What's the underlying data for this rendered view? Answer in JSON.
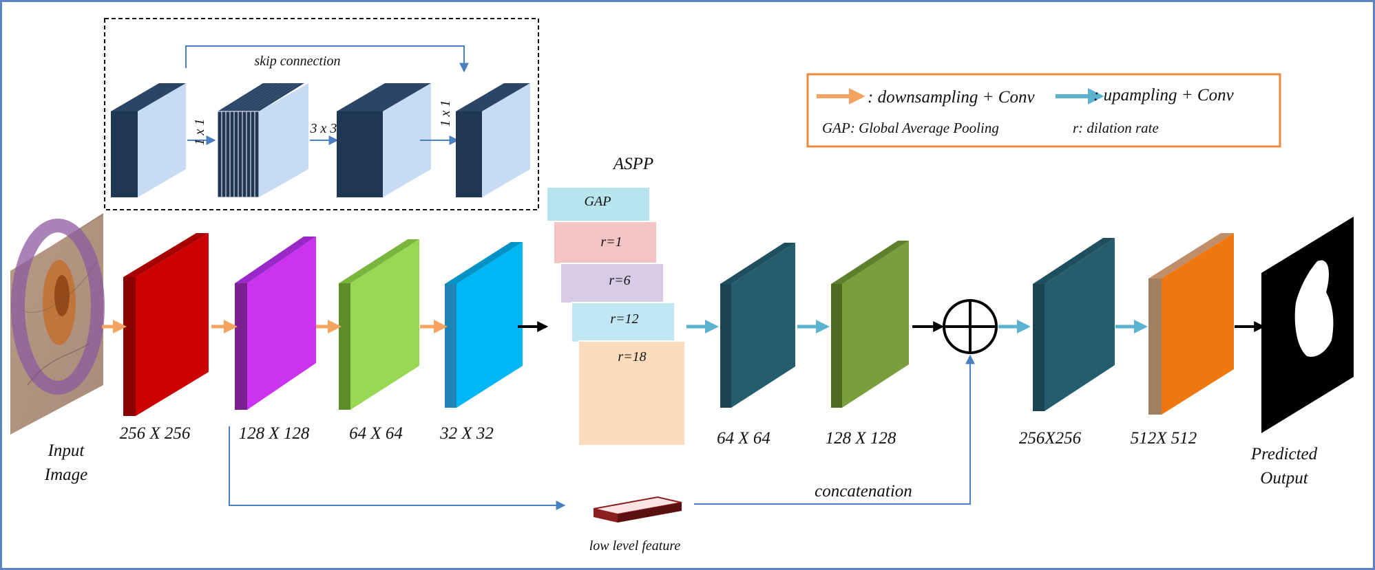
{
  "skip_block": {
    "title": "skip connection",
    "conv_labels": [
      "1 x 1",
      "3 x 3",
      "1 x 1"
    ]
  },
  "legend": {
    "downsampling": ": downsampling + Conv",
    "upsampling": ": upampling + Conv",
    "gap": "GAP: Global Average Pooling",
    "dilation": "r: dilation rate",
    "downsampling_color": "#f4a460",
    "upsampling_color": "#5bb3cf",
    "border_color": "#f08a3c"
  },
  "input": {
    "label_line1": "Input",
    "label_line2": "Image"
  },
  "encoder": {
    "sizes": [
      "256 X 256",
      "128 X 128",
      "64 X 64",
      "32 X 32"
    ],
    "colors": [
      "#cc0000",
      "#cc33ee",
      "#99d855",
      "#00b7f5"
    ]
  },
  "aspp": {
    "title": "ASPP",
    "layers": [
      "GAP",
      "r=1",
      "r=6",
      "r=12",
      "r=18"
    ],
    "colors": [
      "#b8e4ee",
      "#f2c4c4",
      "#d7cbe6",
      "#bfe6f2",
      "#fddcbe"
    ]
  },
  "decoder": {
    "sizes": [
      "64 X 64",
      "128 X 128",
      "256X256",
      "512X 512"
    ],
    "colors": [
      "#245d6e",
      "#7a9e3c",
      "#245d6e",
      "#ef7710"
    ]
  },
  "low_level": {
    "label": "low level feature"
  },
  "concat": {
    "label": "concatenation"
  },
  "output": {
    "label_line1": "Predicted",
    "label_line2": "Output"
  }
}
